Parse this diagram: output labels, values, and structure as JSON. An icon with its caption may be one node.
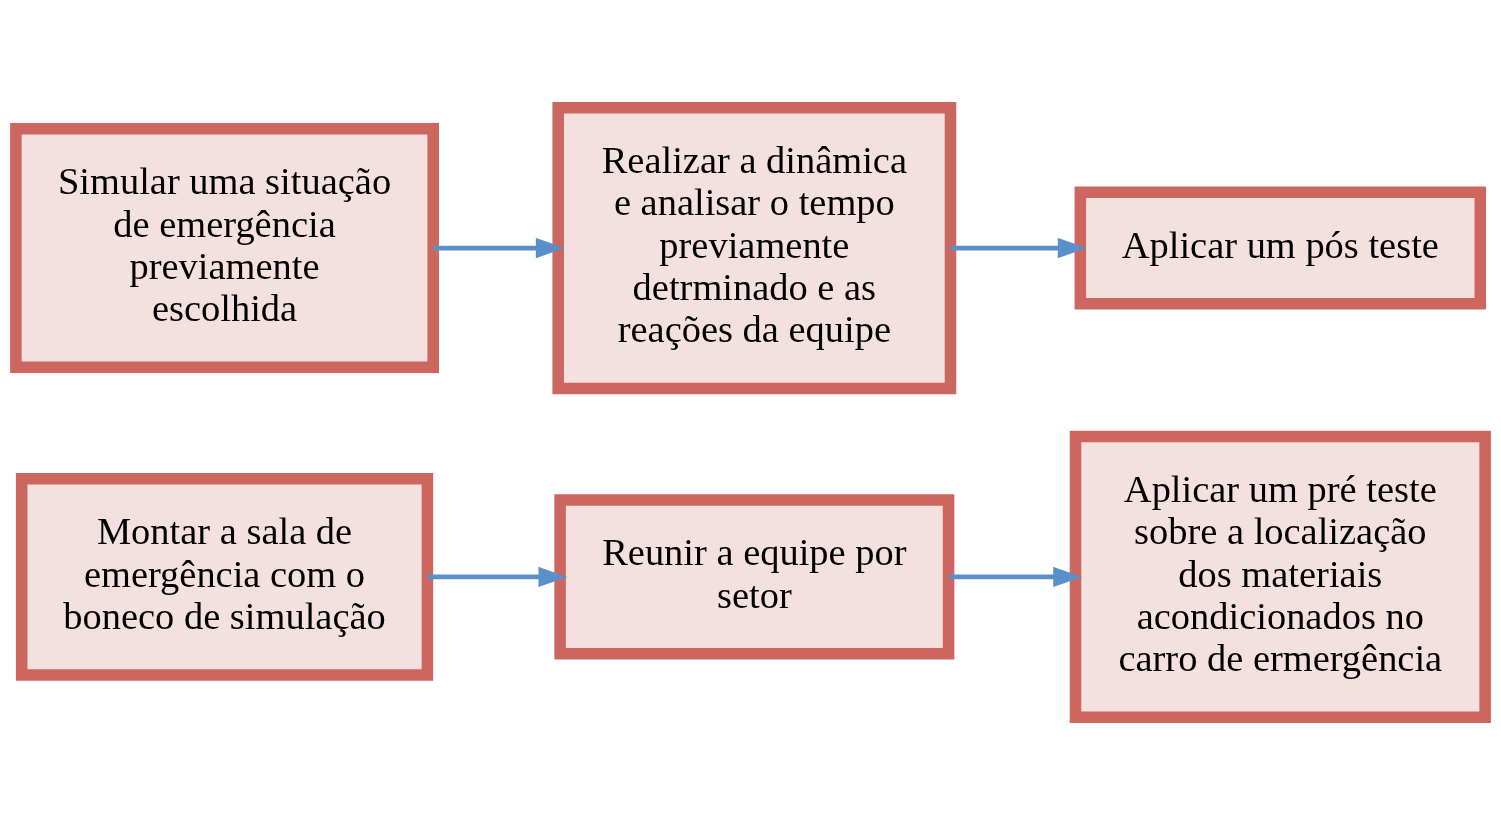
{
  "diagram": {
    "nodes": [
      {
        "text": [
          "Montar a sala de emergência com o boneco de simulação"
        ]
      },
      {
        "text": [
          "Reunir a equipe por setor"
        ]
      },
      {
        "text": [
          "Aplicar um pré teste sobre a localização dos materiais acondicionados no carro de ermergência"
        ]
      },
      {
        "text": [
          "Simular uma situação de emergência previamente escolhida"
        ]
      },
      {
        "text": [
          "Realizar a dinâmica e analisar o tempo previamente detrminado e as reações da equipe"
        ]
      },
      {
        "text": [
          "Aplicar um pós teste"
        ]
      }
    ],
    "edges": [
      {
        "from": 0,
        "to": 1,
        "arrow": "to"
      },
      {
        "from": 1,
        "to": 2,
        "arrow": "to"
      },
      {
        "from": 3,
        "to": 4,
        "arrow": "to"
      },
      {
        "from": 4,
        "to": 5,
        "arrow": "to"
      }
    ]
  }
}
